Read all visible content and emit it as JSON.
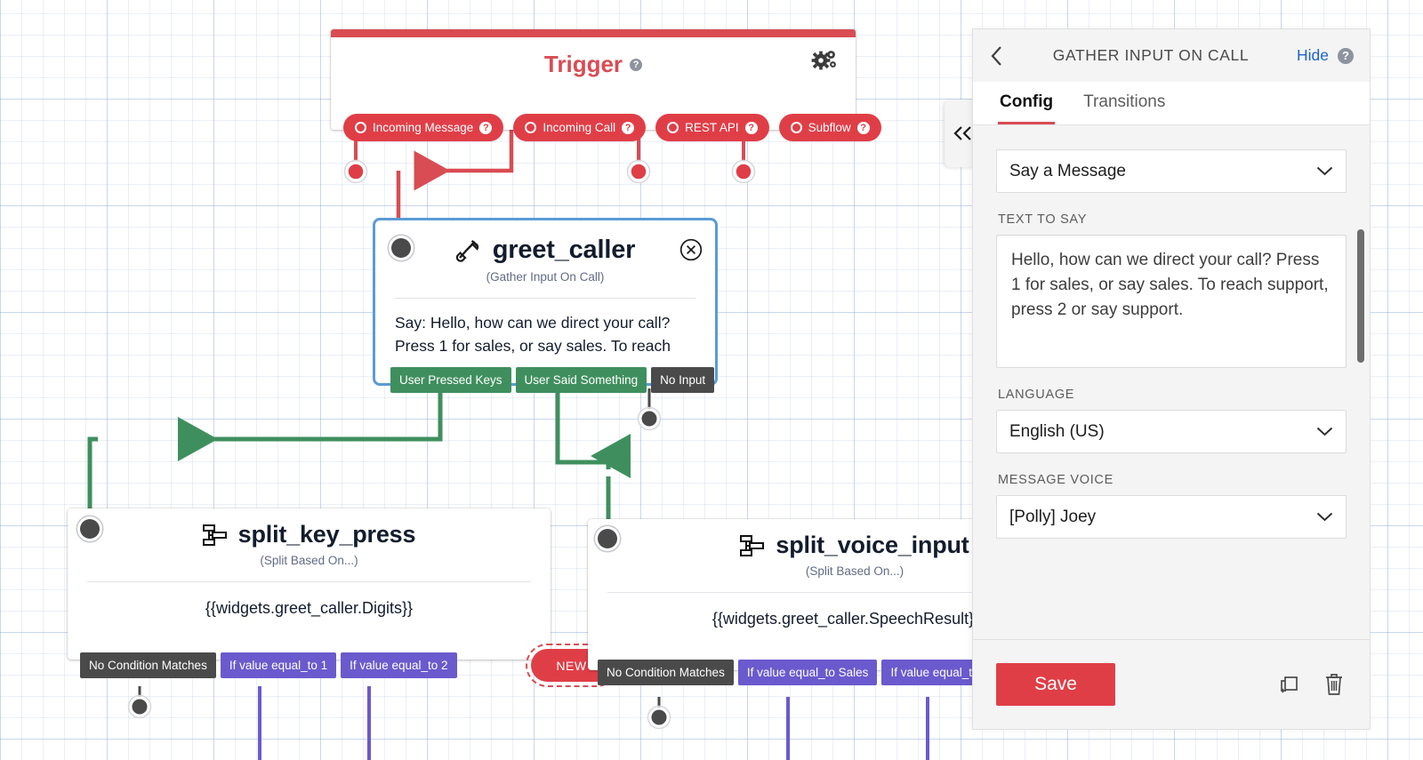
{
  "canvas": {
    "trigger": {
      "label": "Trigger",
      "help_icon": "help-icon",
      "gear_icon": "gears-icon",
      "pills": [
        {
          "label": "Incoming Message"
        },
        {
          "label": "Incoming Call"
        },
        {
          "label": "REST API"
        },
        {
          "label": "Subflow"
        }
      ]
    },
    "greet_caller": {
      "title": "greet_caller",
      "icon": "phone-handset-icon",
      "subtitle": "(Gather Input On Call)",
      "body": "Say: Hello, how can we direct your call? Press 1 for sales, or say sales. To reach",
      "close_icon": "close-circle-icon",
      "transitions": [
        {
          "label": "User Pressed Keys",
          "style": "green"
        },
        {
          "label": "User Said Something",
          "style": "green"
        },
        {
          "label": "No Input",
          "style": "dark"
        }
      ]
    },
    "split_key_press": {
      "title": "split_key_press",
      "icon": "split-icon",
      "subtitle": "(Split Based On...)",
      "body": "{{widgets.greet_caller.Digits}}",
      "transitions": [
        {
          "label": "No Condition Matches",
          "style": "dark"
        },
        {
          "label": "If value equal_to 1",
          "style": "purple"
        },
        {
          "label": "If value equal_to 2",
          "style": "purple"
        }
      ],
      "new_label": "NEW"
    },
    "split_voice_input": {
      "title": "split_voice_input",
      "icon": "split-icon",
      "subtitle": "(Split Based On...)",
      "body": "{{widgets.greet_caller.SpeechResult}}",
      "transitions": [
        {
          "label": "No Condition Matches",
          "style": "dark"
        },
        {
          "label": "If value equal_to Sales",
          "style": "purple"
        },
        {
          "label": "If value equal_to Supp",
          "style": "purple"
        }
      ]
    },
    "colors": {
      "trigger_red": "#d94c53",
      "pill_red": "#e03e47",
      "selected_blue": "#5b9bd5",
      "transition_green": "#3f8f5e",
      "transition_dark": "#4a4a4a",
      "transition_purple": "#6a5acd"
    }
  },
  "panel": {
    "back_icon": "chevron-left-icon",
    "title": "GATHER INPUT ON CALL",
    "hide_label": "Hide",
    "help_icon": "help-icon",
    "collapse_icon": "double-chevron-left-icon",
    "tabs": [
      {
        "label": "Config",
        "active": true
      },
      {
        "label": "Transitions",
        "active": false
      }
    ],
    "fields": {
      "widget_type": {
        "value": "Say a Message"
      },
      "text_to_say": {
        "label": "TEXT TO SAY",
        "value": "Hello, how can we direct your call? Press 1 for sales, or say sales. To reach support, press 2 or say support."
      },
      "language": {
        "label": "LANGUAGE",
        "value": "English (US)"
      },
      "message_voice": {
        "label": "MESSAGE VOICE",
        "value": "[Polly] Joey"
      }
    },
    "footer": {
      "save_label": "Save",
      "copy_icon": "duplicate-icon",
      "delete_icon": "trash-icon"
    }
  }
}
